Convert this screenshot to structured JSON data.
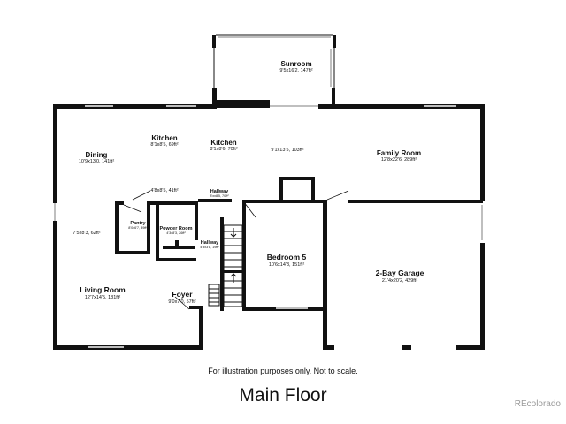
{
  "floor_title": "Main Floor",
  "disclaimer": "For illustration purposes only. Not to scale.",
  "watermark": "REcolorado",
  "rooms": {
    "sunroom": {
      "name": "Sunroom",
      "dims": "9'5x16'2, 147ft²"
    },
    "kitchen_a": {
      "name": "Kitchen",
      "dims": "8'1x8'5, 69ft²"
    },
    "kitchen_b": {
      "name": "Kitchen",
      "dims": "8'1x8'6, 70ft²"
    },
    "kitchen_c": {
      "name": "",
      "dims": "9'1x13'5, 103ft²"
    },
    "dining": {
      "name": "Dining",
      "dims": "10'9x13'0, 141ft²"
    },
    "family": {
      "name": "Family Room",
      "dims": "12'8x22'6, 289ft²"
    },
    "area_4x8": {
      "name": "",
      "dims": "4'8x8'5, 41ft²"
    },
    "hallway_top": {
      "name": "Hallway",
      "dims": "8'xx8'5, 70ft²"
    },
    "pantry": {
      "name": "Pantry",
      "dims": "8'0x6'7, 39ft²"
    },
    "powder": {
      "name": "Powder Room",
      "dims": "4'3x8'3, 26ft²"
    },
    "hallway_mid": {
      "name": "Hallway",
      "dims": "4'8x3'8, 19ft²"
    },
    "area_7x8": {
      "name": "",
      "dims": "7'5x8'3, 62ft²"
    },
    "bedroom5": {
      "name": "Bedroom 5",
      "dims": "10'6x14'3, 151ft²"
    },
    "garage": {
      "name": "2-Bay Garage",
      "dims": "21'4x20'2, 429ft²"
    },
    "living": {
      "name": "Living Room",
      "dims": "12'7x14'5, 181ft²"
    },
    "foyer": {
      "name": "Foyer",
      "dims": "9'0x7'0, 57ft²"
    }
  },
  "icons": [
    "stair-down-arrow-icon",
    "stair-up-arrow-icon"
  ]
}
